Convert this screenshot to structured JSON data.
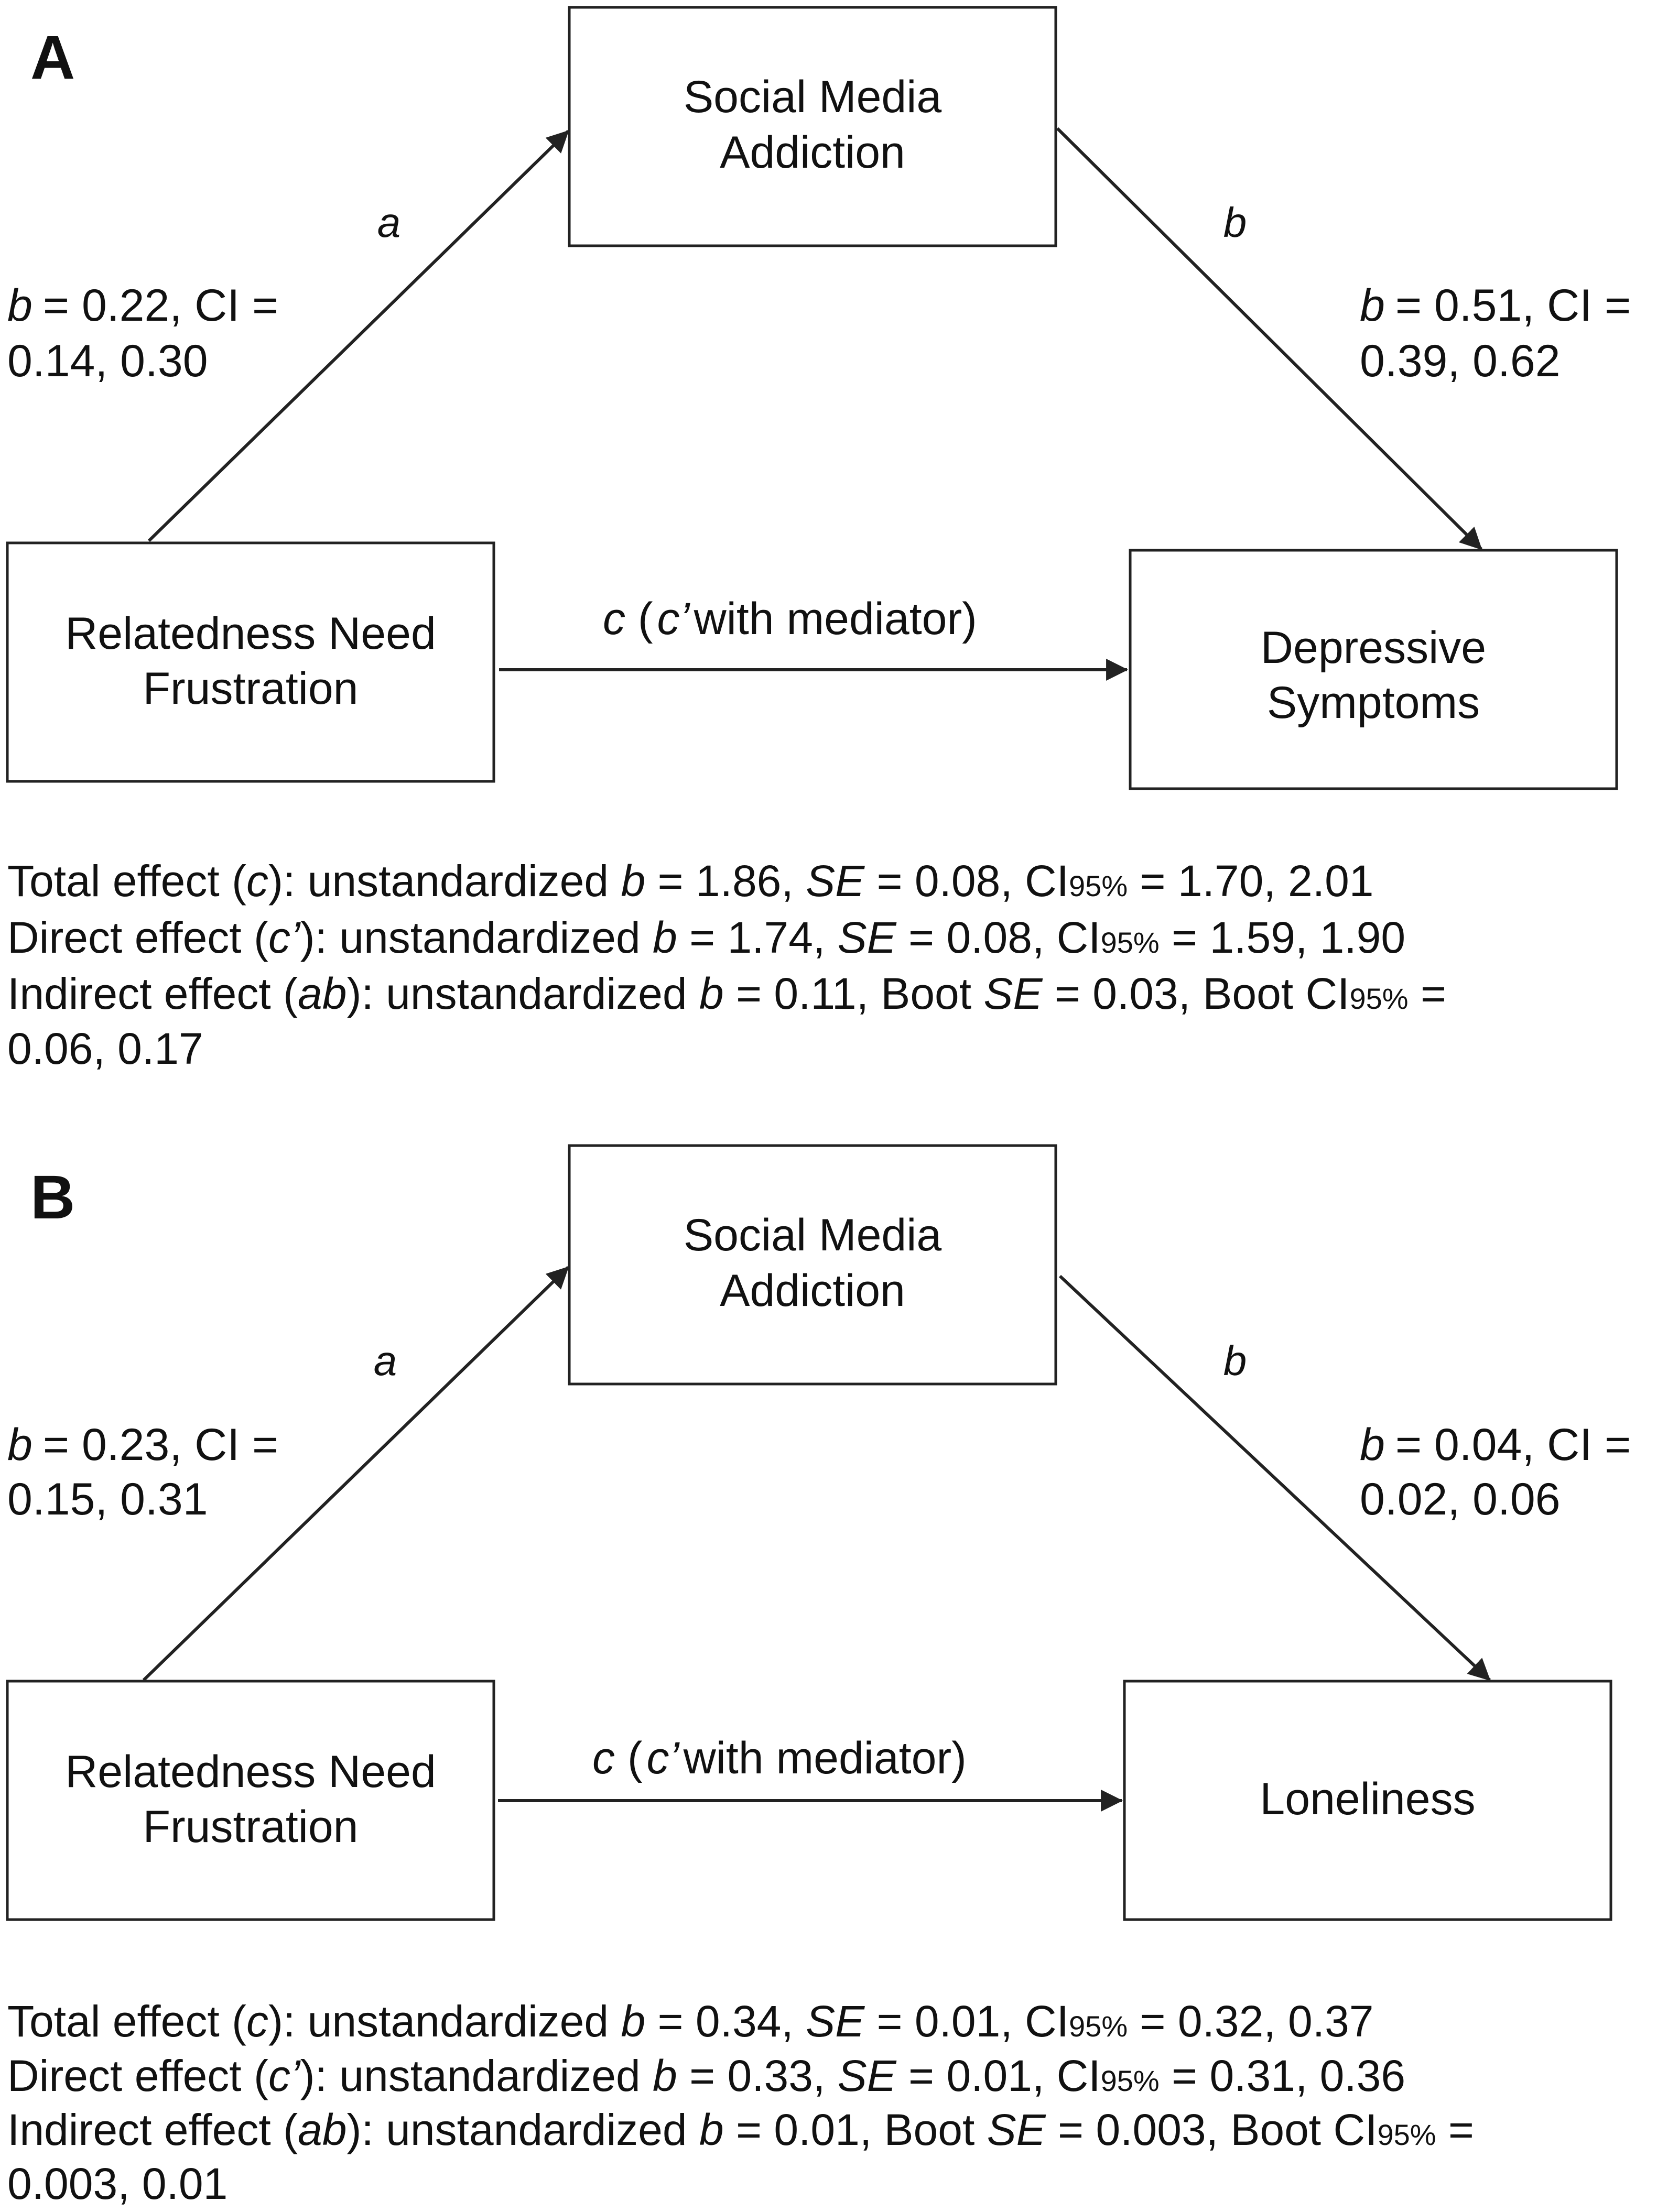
{
  "panels": [
    {
      "letter": "A",
      "mediator": [
        "Social Media",
        "Addiction"
      ],
      "predictor": [
        "Relatedness Need",
        "Frustration"
      ],
      "outcome": [
        "Depressive",
        "Symptoms"
      ],
      "path_a": {
        "label": "a",
        "coef_line1": "= 0.22, CI =",
        "coef_line2": "0.14, 0.30"
      },
      "path_b": {
        "label": "b",
        "coef_line1": "= 0.51, CI =",
        "coef_line2": "0.39, 0.62"
      },
      "path_c": {
        "c": "c",
        "open": " (",
        "c_prime": "c’",
        "rest": "with mediator)"
      },
      "total": {
        "lead": "Total effect (",
        "sym": "c",
        "mid": "): unstandardized ",
        "b": "b",
        "bval": " = 1.86, ",
        "se": "SE",
        "seval": " = 0.08, CI",
        "sub": "95%",
        "ci": " = 1.70, 2.01"
      },
      "direct": {
        "lead": "Direct effect (",
        "sym": "c’",
        "mid": "): unstandardized ",
        "b": "b",
        "bval": " = 1.74, ",
        "se": "SE",
        "seval": " = 0.08, CI",
        "sub": "95%",
        "ci": " = 1.59, 1.90"
      },
      "indirect": {
        "lead": "Indirect effect (",
        "sym": "ab",
        "mid": "): unstandardized ",
        "b": "b",
        "bval": " = 0.11, Boot ",
        "se": "SE",
        "seval": " = 0.03, Boot CI",
        "sub": "95%",
        "ci": " =",
        "line2": "0.06, 0.17"
      }
    },
    {
      "letter": "B",
      "mediator": [
        "Social Media",
        "Addiction"
      ],
      "predictor": [
        "Relatedness Need",
        "Frustration"
      ],
      "outcome": [
        "Loneliness"
      ],
      "path_a": {
        "label": "a",
        "coef_line1": "= 0.23, CI =",
        "coef_line2": "0.15, 0.31"
      },
      "path_b": {
        "label": "b",
        "coef_line1": "= 0.04, CI =",
        "coef_line2": "0.02, 0.06"
      },
      "path_c": {
        "c": "c",
        "open": " (",
        "c_prime": "c’",
        "rest": "with mediator)"
      },
      "total": {
        "lead": "Total effect (",
        "sym": "c",
        "mid": "): unstandardized ",
        "b": "b",
        "bval": " = 0.34, ",
        "se": "SE",
        "seval": " = 0.01, CI",
        "sub": "95%",
        "ci": " = 0.32, 0.37"
      },
      "direct": {
        "lead": "Direct effect (",
        "sym": "c’",
        "mid": "): unstandardized ",
        "b": "b",
        "bval": " = 0.33, ",
        "se": "SE",
        "seval": " = 0.01, CI",
        "sub": "95%",
        "ci": " = 0.31, 0.36"
      },
      "indirect": {
        "lead": "Indirect effect (",
        "sym": "ab",
        "mid": "): unstandardized ",
        "b": "b",
        "bval": " = 0.01, Boot ",
        "se": "SE",
        "seval": " = 0.003, Boot CI",
        "sub": "95%",
        "ci": " =",
        "line2": "0.003, 0.01"
      }
    }
  ],
  "coef_symbol": "b"
}
